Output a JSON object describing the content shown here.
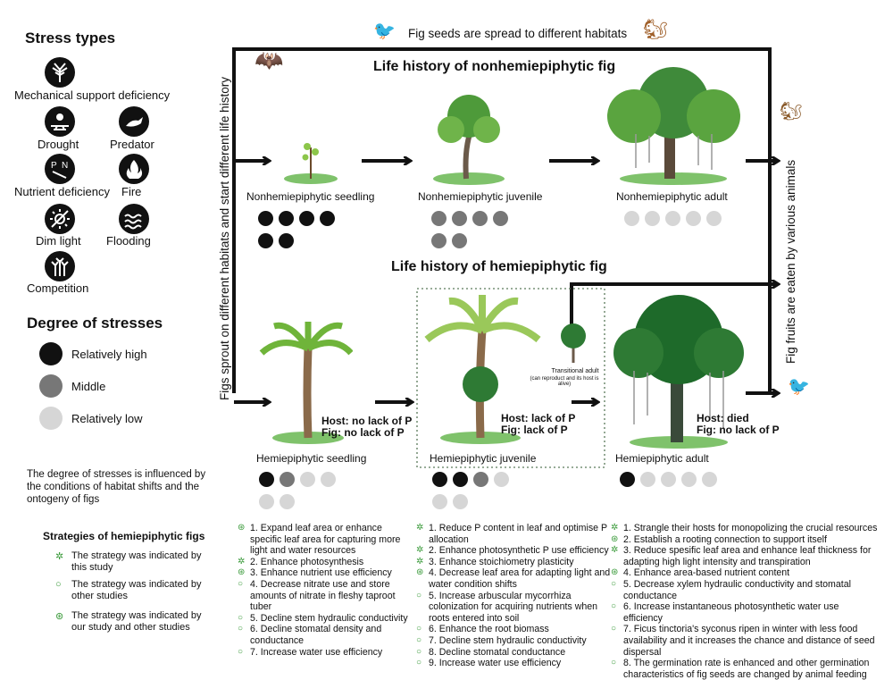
{
  "legend": {
    "stress_title": "Stress types",
    "stress_types": [
      {
        "label": "Mechanical support deficiency",
        "icon": "tree-support-icon"
      },
      {
        "label": "Drought",
        "icon": "drought-icon"
      },
      {
        "label": "Predator",
        "icon": "predator-icon"
      },
      {
        "label": "Nutrient deficiency",
        "icon": "nutrient-icon"
      },
      {
        "label": "Fire",
        "icon": "fire-icon"
      },
      {
        "label": "Dim light",
        "icon": "dim-light-icon"
      },
      {
        "label": "Flooding",
        "icon": "flooding-icon"
      },
      {
        "label": "Competition",
        "icon": "competition-icon"
      }
    ],
    "degree_title": "Degree of stresses",
    "degrees": [
      {
        "label": "Relatively high",
        "color": "#111111"
      },
      {
        "label": "Middle",
        "color": "#777777"
      },
      {
        "label": "Relatively low",
        "color": "#d6d6d6"
      }
    ],
    "note": "The degree of stresses  is influenced by the conditions of habitat shifts  and the ontogeny of figs",
    "strategies_title": "Strategies of hemiepiphytic figs",
    "strategy_keys": [
      {
        "label": "The strategy was indicated by this study",
        "mark": "✲"
      },
      {
        "label": "The strategy was indicated by other studies",
        "mark": "○"
      },
      {
        "label": "The strategy was indicated by our study and other studies",
        "mark": "⊛"
      }
    ]
  },
  "diagram": {
    "top_caption": "Fig seeds are spread to different habitats",
    "left_caption": "Figs sprout on different habitats and start different life history",
    "right_caption": "Fig fruits are eaten by various animals",
    "nonhemi_title": "Life history of nonhemiepiphytic fig",
    "hemi_title": "Life history of hemiepiphytic fig",
    "nonhemi_stages": [
      "Nonhemiepiphytic seedling",
      "Nonhemiepiphytic juvenile",
      "Nonhemiepiphytic adult"
    ],
    "hemi_stages": [
      "Hemiepiphytic seedling",
      "Hemiepiphytic juvenile",
      "Hemiepiphytic adult"
    ],
    "transitional_label": "Transitional adult",
    "transitional_sub": "(can reproduct and its host is alive)",
    "conditions": [
      {
        "host": "Host: no lack of P",
        "fig": "Fig: no lack of P"
      },
      {
        "host": "Host: lack of P",
        "fig": "Fig: lack of P"
      },
      {
        "host": "Host: died",
        "fig": "Fig: no lack of P"
      }
    ]
  },
  "strategies": {
    "seedling": [
      {
        "mark": "⊛",
        "text": "1.  Expand leaf area or enhance specific leaf area for capturing more light and water resources"
      },
      {
        "mark": "✲",
        "text": "2.  Enhance photosynthesis"
      },
      {
        "mark": "⊛",
        "text": "3.  Enhance nutrient use efficiency"
      },
      {
        "mark": "○",
        "text": "4.  Decrease nitrate use and store amounts of nitrate in fleshy taproot tuber"
      },
      {
        "mark": "○",
        "text": "5.  Decline stem hydraulic conductivity"
      },
      {
        "mark": "○",
        "text": "6.  Decline stomatal density and conductance"
      },
      {
        "mark": "○",
        "text": "7.  Increase water use efficiency"
      }
    ],
    "juvenile": [
      {
        "mark": "✲",
        "text": "1.  Reduce P content in leaf and optimise P allocation"
      },
      {
        "mark": "✲",
        "text": "2.  Enhance photosynthetic P use efficiency"
      },
      {
        "mark": "✲",
        "text": "3.  Enhance stoichiometry plasticity"
      },
      {
        "mark": "⊛",
        "text": "4.  Decrease leaf area for adapting light and water condition shifts"
      },
      {
        "mark": "○",
        "text": "5.  Increase arbuscular mycorrhiza colonization for acquiring nutrients when roots entered into soil"
      },
      {
        "mark": "○",
        "text": "6.  Enhance the root biomass"
      },
      {
        "mark": "○",
        "text": "7.  Decline stem hydraulic conductivity"
      },
      {
        "mark": "○",
        "text": "8.  Decline stomatal conductance"
      },
      {
        "mark": "○",
        "text": "9.  Increase water use efficiency"
      }
    ],
    "adult": [
      {
        "mark": "✲",
        "text": "1.  Strangle their hosts for monopolizing the crucial resources"
      },
      {
        "mark": "⊛",
        "text": "2.  Establish a rooting connection to support itself"
      },
      {
        "mark": "✲",
        "text": "3.  Reduce spesific leaf area and enhance leaf thickness for adapting high light intensity and transpiration"
      },
      {
        "mark": "⊛",
        "text": "4.  Enhance area-based nutrient content"
      },
      {
        "mark": "○",
        "text": "5.  Decrease xylem hydraulic conductivity and stomatal conductance"
      },
      {
        "mark": "○",
        "text": "6.  Increase instantaneous photosynthetic water use efficiency"
      },
      {
        "mark": "○",
        "text": "7.  Ficus tinctoria's syconus ripen in winter with less food availability and it increases the chance and distance of seed dispersal"
      },
      {
        "mark": "○",
        "text": "8.  The germination rate is enhanced and other germination characteristics of fig seeds are changed by animal feeding"
      }
    ]
  }
}
